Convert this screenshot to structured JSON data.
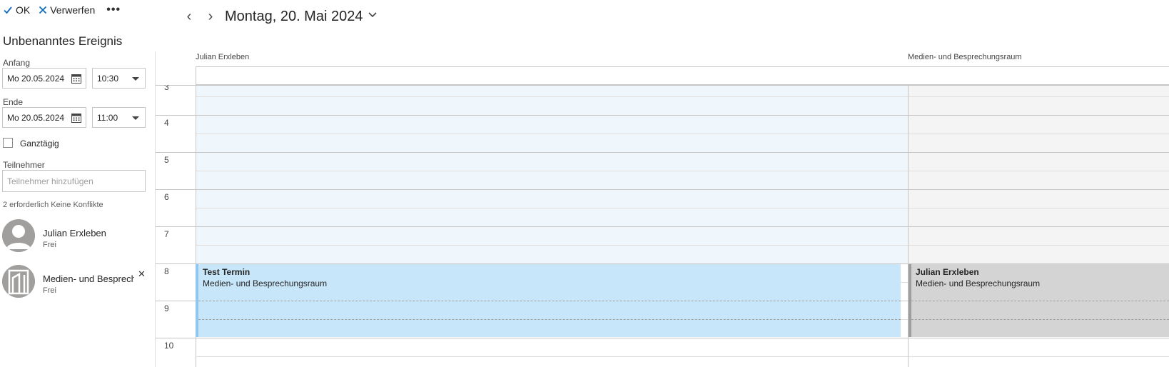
{
  "toolbar": {
    "ok_label": "OK",
    "discard_label": "Verwerfen",
    "more_label": "•••"
  },
  "event": {
    "title": "Unbenanntes Ereignis",
    "start_label": "Anfang",
    "start_date": "Mo 20.05.2024",
    "start_time": "10:30",
    "end_label": "Ende",
    "end_date": "Mo 20.05.2024",
    "end_time": "11:00",
    "allday_label": "Ganztägig",
    "attendees_label": "Teilnehmer",
    "attendees_placeholder": "Teilnehmer hinzufügen",
    "conflict_text": "2 erforderlich Keine Konflikte"
  },
  "attendees": [
    {
      "name": "Julian Erxleben",
      "status": "Frei",
      "icon": "person-avatar-icon"
    },
    {
      "name": "Medien- und Besprechungsraum",
      "status": "Frei",
      "icon": "room-avatar-icon",
      "close": "✕"
    }
  ],
  "calendar": {
    "prev_label": "‹",
    "next_label": "›",
    "date_title": "Montag, 20. Mai 2024",
    "columns": [
      "Julian Erxleben",
      "Medien- und Besprechungsraum"
    ],
    "hours": [
      "3",
      "4",
      "5",
      "6",
      "7",
      "8",
      "9",
      "10"
    ],
    "events": [
      {
        "title": "Test Termin",
        "subtitle": "Medien- und Besprechungsraum",
        "color": "#c7e6fa",
        "bar_color": "#8fc7f0"
      },
      {
        "title": "Julian Erxleben",
        "subtitle": "Medien- und Besprechungsraum",
        "color": "#d4d4d4",
        "bar_color": "#9e9e9e"
      }
    ]
  },
  "colors": {
    "accent": "#0f6cbd",
    "free_bg": "#eff6fc",
    "busy_bg": "#f4f4f4"
  }
}
